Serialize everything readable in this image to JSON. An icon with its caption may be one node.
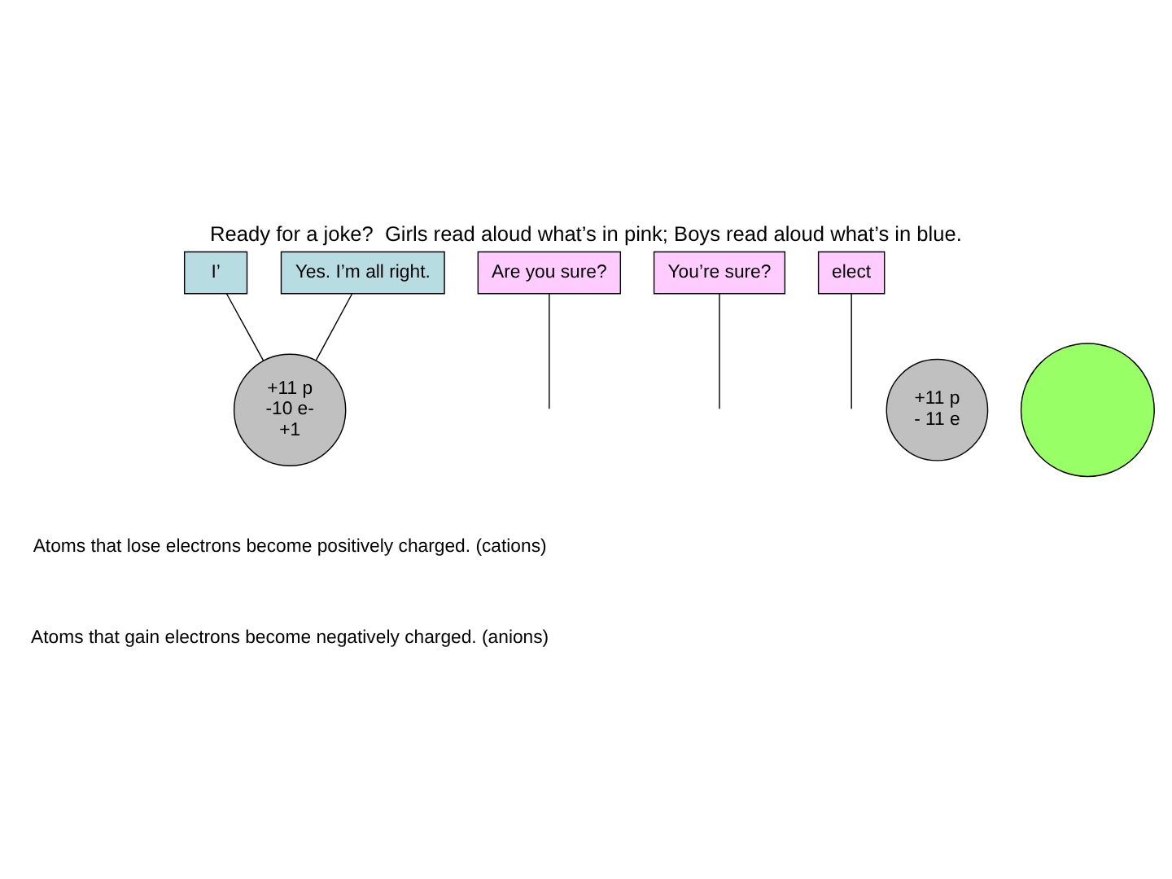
{
  "diagram": {
    "title": "Ready for a joke?  Girls read aloud what’s in pink; Boys read aloud what’s in blue.",
    "nodes": [
      {
        "text": [
          "I’"
        ]
      },
      {
        "text": [
          "Yes. I’m all right."
        ]
      },
      {
        "text": [
          "Are you sure?"
        ]
      },
      {
        "text": [
          "You’re sure?"
        ]
      },
      {
        "text": [
          "elect"
        ]
      },
      {
        "text": [
          "+11 p",
          "- 11 e"
        ]
      },
      {
        "text": [
          "+11 p",
          "-10 e-",
          "+1"
        ]
      },
      {
        "text": [],
        "shape": "circle"
      }
    ],
    "edges": [
      {
        "from": 0,
        "to": 6,
        "arrow": "none"
      },
      {
        "from": 1,
        "to": 6,
        "arrow": "none"
      },
      {
        "from": 2,
        "to": null,
        "arrow": "none"
      },
      {
        "from": 3,
        "to": null,
        "arrow": "none"
      },
      {
        "from": 4,
        "to": null,
        "arrow": "none"
      }
    ],
    "labels": [
      "Atoms that lose electrons become positively charged. (cations)",
      "Atoms that gain electrons become negatively charged. (anions)"
    ]
  }
}
